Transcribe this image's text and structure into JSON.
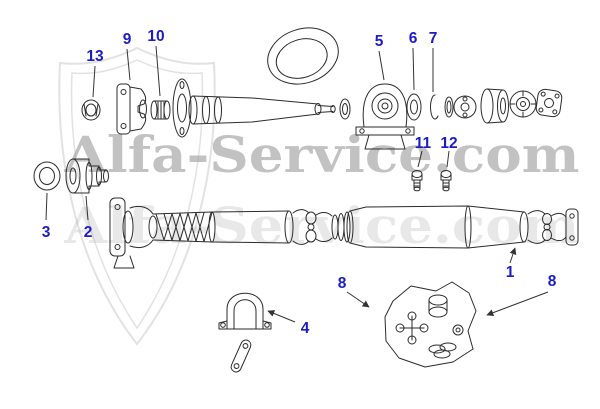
{
  "watermark": {
    "text": "Alfa-Service.com"
  },
  "callouts": [
    {
      "label": "13"
    },
    {
      "label": "9"
    },
    {
      "label": "10"
    },
    {
      "label": "5"
    },
    {
      "label": "6"
    },
    {
      "label": "7"
    },
    {
      "label": "11"
    },
    {
      "label": "12"
    },
    {
      "label": "3"
    },
    {
      "label": "2"
    },
    {
      "label": "4"
    },
    {
      "label": "8"
    },
    {
      "label": "1"
    },
    {
      "label": "8"
    }
  ],
  "colors": {
    "callout": "#1c1cc4",
    "line_art": "#2b2b2b",
    "watermark": "#9b9b9b",
    "background": "#ffffff"
  }
}
